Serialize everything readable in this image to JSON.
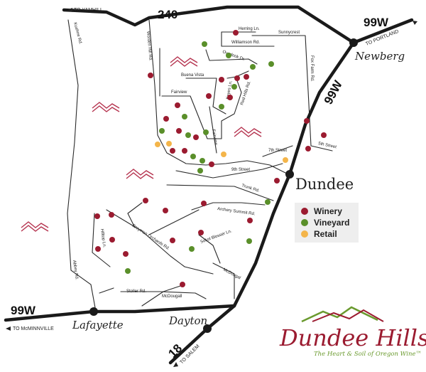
{
  "highways": {
    "h240": "240",
    "h99w_ne": "99W",
    "h99w_diag": "99W",
    "h99w_w": "99W",
    "h18": "18"
  },
  "directions": {
    "yamhill": "TO YAMHILL",
    "portland": "TO PORTLAND",
    "mcminnville": "TO McMINNVILLE",
    "salem": "TO SALEM"
  },
  "towns": {
    "newberg": "Newberg",
    "dundee": "Dundee",
    "lafayette": "Lafayette",
    "dayton": "Dayton"
  },
  "roads": {
    "kuehne": "Kuehne Rd.",
    "worden": "Worden Hill Rd.",
    "herring": "Herring Ln.",
    "williamson": "Williamson Rd.",
    "sunnycrest": "Sunnycrest",
    "overlook": "Overlook Dr.",
    "buenavista": "Buena Vista",
    "fairview_h": "Fairview",
    "fairview_v": "Fairview",
    "keyes": "Keyes Ln.",
    "redhills": "Red Hills Rd.",
    "foxfarm": "Fox Farm Rd.",
    "seventh": "7th Street",
    "fifth": "5th Street",
    "ninth": "9th Street",
    "trunk": "Trunk Rd.",
    "archery": "Archery Summit Rd.",
    "breyman": "Breyman Orchards Rd.",
    "hilltop": "Hilltop Ln.",
    "sokol": "Sokol Blosser Ln.",
    "mcdougal_e": "McDougal",
    "mcdougal_s": "McDougall",
    "stoller": "Stoller Rd.",
    "abbey": "Abbey Rd."
  },
  "legend": {
    "winery": "Winery",
    "vineyard": "Vineyard",
    "retail": "Retail"
  },
  "colors": {
    "winery": "#9b1b30",
    "vineyard": "#5a8f2a",
    "retail": "#f4b54a",
    "hills": "#b5324e",
    "logo": "#9b1b30",
    "tagline": "#6a9a2e",
    "legend_bg": "#eeeeee"
  },
  "logo": {
    "name": "Dundee Hills",
    "tagline": "The Heart & Soil of Oregon Wine™"
  }
}
